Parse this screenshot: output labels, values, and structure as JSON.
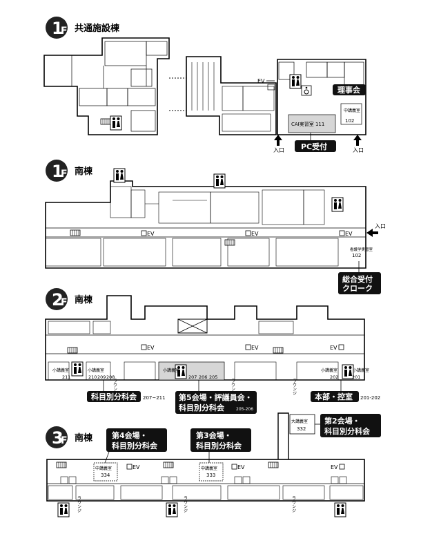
{
  "floors": [
    {
      "num": "1",
      "suffix": "F",
      "building": "共通施設棟"
    },
    {
      "num": "1",
      "suffix": "F",
      "building": "南棟"
    },
    {
      "num": "2",
      "suffix": "F",
      "building": "南棟"
    },
    {
      "num": "3",
      "suffix": "F",
      "building": "南棟"
    }
  ],
  "f1common": {
    "ev": "EV",
    "cai": "CAI実習室 111",
    "chu_label": "中講義室",
    "chu_num": "102",
    "callout_board": "理事会",
    "callout_pc": "PC受付",
    "entrance": "入口"
  },
  "f1south": {
    "ev": "EV",
    "kango_label": "看護学実習室",
    "kango_num": "102",
    "callout_l1": "総合受付",
    "callout_l2": "クローク",
    "entrance": "入口"
  },
  "f2south": {
    "ev": "EV",
    "lounge": "ラウンジ",
    "small": "小講義室",
    "rooms": [
      "211",
      "210",
      "209",
      "208",
      "207",
      "206",
      "205",
      "202",
      "201"
    ],
    "callout_a_main": "科目別分科会",
    "callout_a_sub": "207~211",
    "callout_b_l1": "第5会場・評議員会・",
    "callout_b_l2": "科目別分科会",
    "callout_b_sub": "205-206",
    "callout_c_main": "本部・控室",
    "callout_c_sub": "201-202"
  },
  "f3south": {
    "ev": "EV",
    "lounge": "ラウンジ",
    "chu": "中講義室",
    "dai": "大講義室",
    "room334": "334",
    "room333": "333",
    "room332": "332",
    "callout4_l1": "第4会場・",
    "callout4_l2": "科目別分科会",
    "callout3_l1": "第3会場・",
    "callout3_l2": "科目別分科会",
    "callout2_l1": "第2会場・",
    "callout2_l2": "科目別分科会"
  },
  "icons": [
    "floor-badge-icon",
    "restroom-icon",
    "wheelchair-icon",
    "elevator-icon",
    "entrance-arrow-icon",
    "stairs-icon"
  ]
}
